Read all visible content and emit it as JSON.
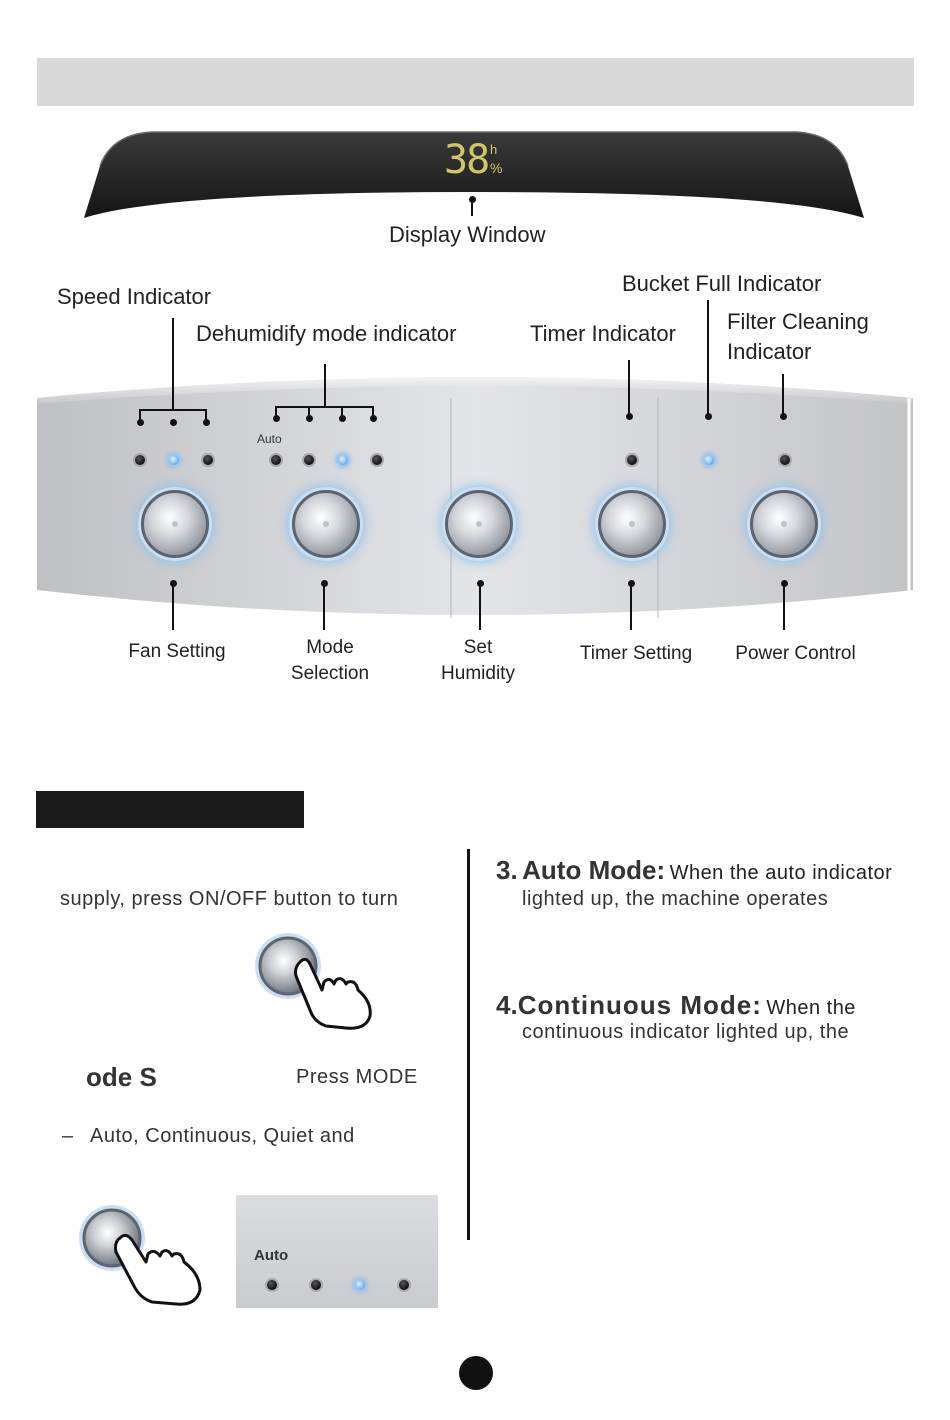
{
  "display": {
    "digits": "38",
    "unit_h": "h",
    "unit_percent": "%",
    "label": "Display Window"
  },
  "labels": {
    "speed_indicator": "Speed Indicator",
    "dehumidify_mode_indicator": "Dehumidify mode indicator",
    "timer_indicator": "Timer Indicator",
    "bucket_full_indicator": "Bucket Full Indicator",
    "filter_cleaning_line1": "Filter Cleaning",
    "filter_cleaning_line2": "Indicator",
    "auto": "Auto"
  },
  "buttons": [
    {
      "line1": "Fan Setting",
      "line2": ""
    },
    {
      "line1": "Mode",
      "line2": "Selection"
    },
    {
      "line1": "Set",
      "line2": "Humidity"
    },
    {
      "line1": "Timer Setting",
      "line2": ""
    },
    {
      "line1": "Power Control",
      "line2": ""
    }
  ],
  "operation": {
    "left_line1": "supply, press ON/OFF button to turn",
    "mode_heading_fragment": "ode S",
    "press_mode": "Press MODE",
    "dash": "–",
    "modes_line": "Auto, Continuous, Quiet and",
    "mini_auto": "Auto",
    "item3_num": "3.",
    "item3_title": "Auto Mode:",
    "item3_rest": "When the auto indicator",
    "item3_line2": "lighted up, the machine operates",
    "item4_num": "4.",
    "item4_title": "Continuous Mode:",
    "item4_rest": "When the",
    "item4_line2": "continuous indicator lighted up, the"
  },
  "colors": {
    "led_on": "#7ab8ef",
    "display_digits": "#cfc56a",
    "knob_glow": "#8fc0ea"
  },
  "icons": [
    "hand-press-icon",
    "knob-icon",
    "led-indicator-icon"
  ]
}
